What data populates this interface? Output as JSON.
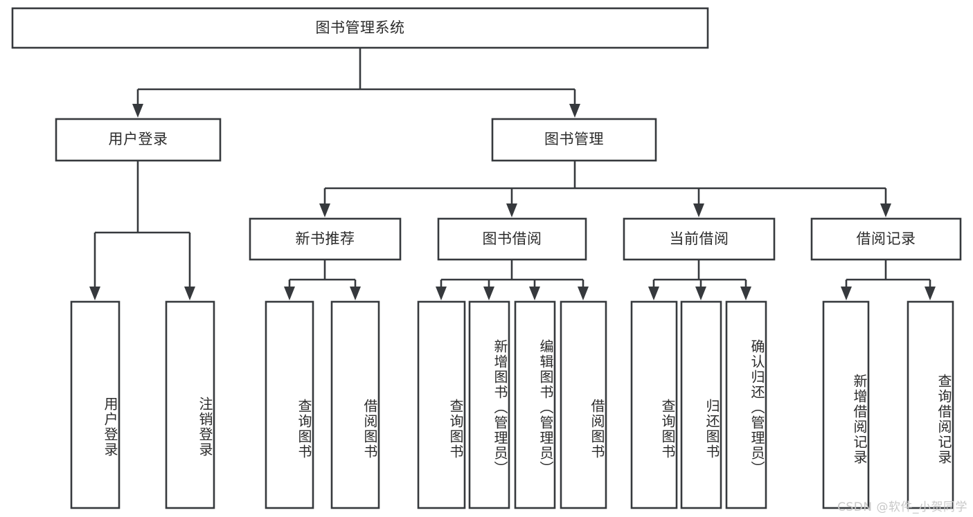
{
  "diagram": {
    "title": "图书管理系统",
    "type": "tree-hierarchy-chart",
    "watermark": "CSDN @软件_小贺同学",
    "colors": {
      "stroke": "#36393d",
      "fill": "#ffffff",
      "text": "#2b2b2b",
      "watermark": "#c8c8c8"
    },
    "root": {
      "label": "图书管理系统"
    },
    "level2": [
      {
        "label": "用户登录"
      },
      {
        "label": "图书管理"
      }
    ],
    "level3": [
      {
        "label": "新书推荐"
      },
      {
        "label": "图书借阅"
      },
      {
        "label": "当前借阅"
      },
      {
        "label": "借阅记录"
      }
    ],
    "leaves": {
      "user_login": [
        {
          "label": "用户登录"
        },
        {
          "label": "注销登录"
        }
      ],
      "new_book_recommend": [
        {
          "label": "查询图书"
        },
        {
          "label": "借阅图书"
        }
      ],
      "book_borrow": [
        {
          "label": "查询图书"
        },
        {
          "label": "新增图书（管理员）"
        },
        {
          "label": "编辑图书（管理员）"
        },
        {
          "label": "借阅图书"
        }
      ],
      "current_borrow": [
        {
          "label": "查询图书"
        },
        {
          "label": "归还图书"
        },
        {
          "label": "确认归还（管理员）"
        }
      ],
      "borrow_record": [
        {
          "label": "新增借阅记录"
        },
        {
          "label": "查询借阅记录"
        }
      ]
    }
  }
}
